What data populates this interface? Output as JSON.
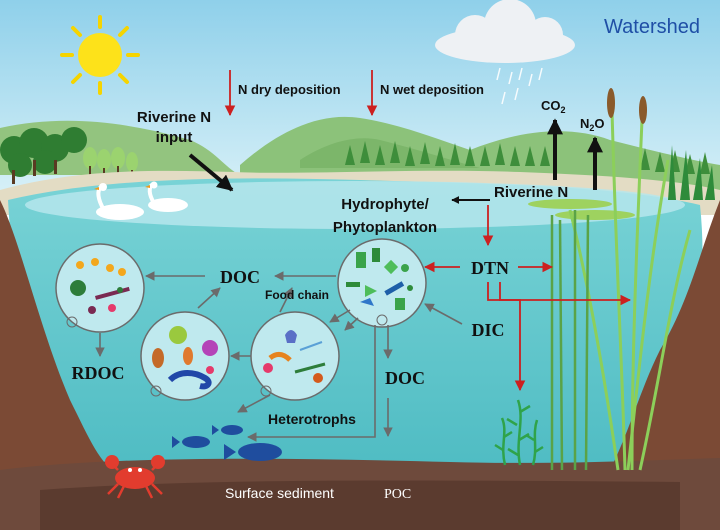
{
  "labels": {
    "watershed": "Watershed",
    "n_dry_deposition": "N dry deposition",
    "n_wet_deposition": "N wet deposition",
    "riverine_n_input_line1": "Riverine N",
    "riverine_n_input_line2": "input",
    "co2": "CO",
    "co2_sub": "2",
    "n2o_prefix": "N",
    "n2o_sub": "2",
    "n2o_suffix": "O",
    "riverine_n": "Riverine N",
    "hydrophyte_line1": "Hydrophyte/",
    "hydrophyte_line2": "Phytoplankton",
    "doc_top": "DOC",
    "food_chain": "Food chain",
    "dtn": "DTN",
    "dic": "DIC",
    "rdoc": "RDOC",
    "doc_mid": "DOC",
    "heterotrophs": "Heterotrophs",
    "surface_sediment": "Surface sediment",
    "poc": "POC"
  },
  "colors": {
    "sky": "#a9dcef",
    "water": "#6fcfd3",
    "water_surface": "#b6e6ec",
    "sediment": "#6e4a3c",
    "bank": "#7b4a35",
    "hill": "#8cc27a",
    "red_arrow": "#cc2020",
    "grey_arrow": "#6b6b6b",
    "watershed_text": "#1f4fa6"
  },
  "icons": [
    "sun-icon",
    "cloud-icon",
    "swan-icon",
    "fish-icon",
    "crab-icon",
    "reed-icon",
    "seaweed-icon",
    "tree-icon"
  ]
}
